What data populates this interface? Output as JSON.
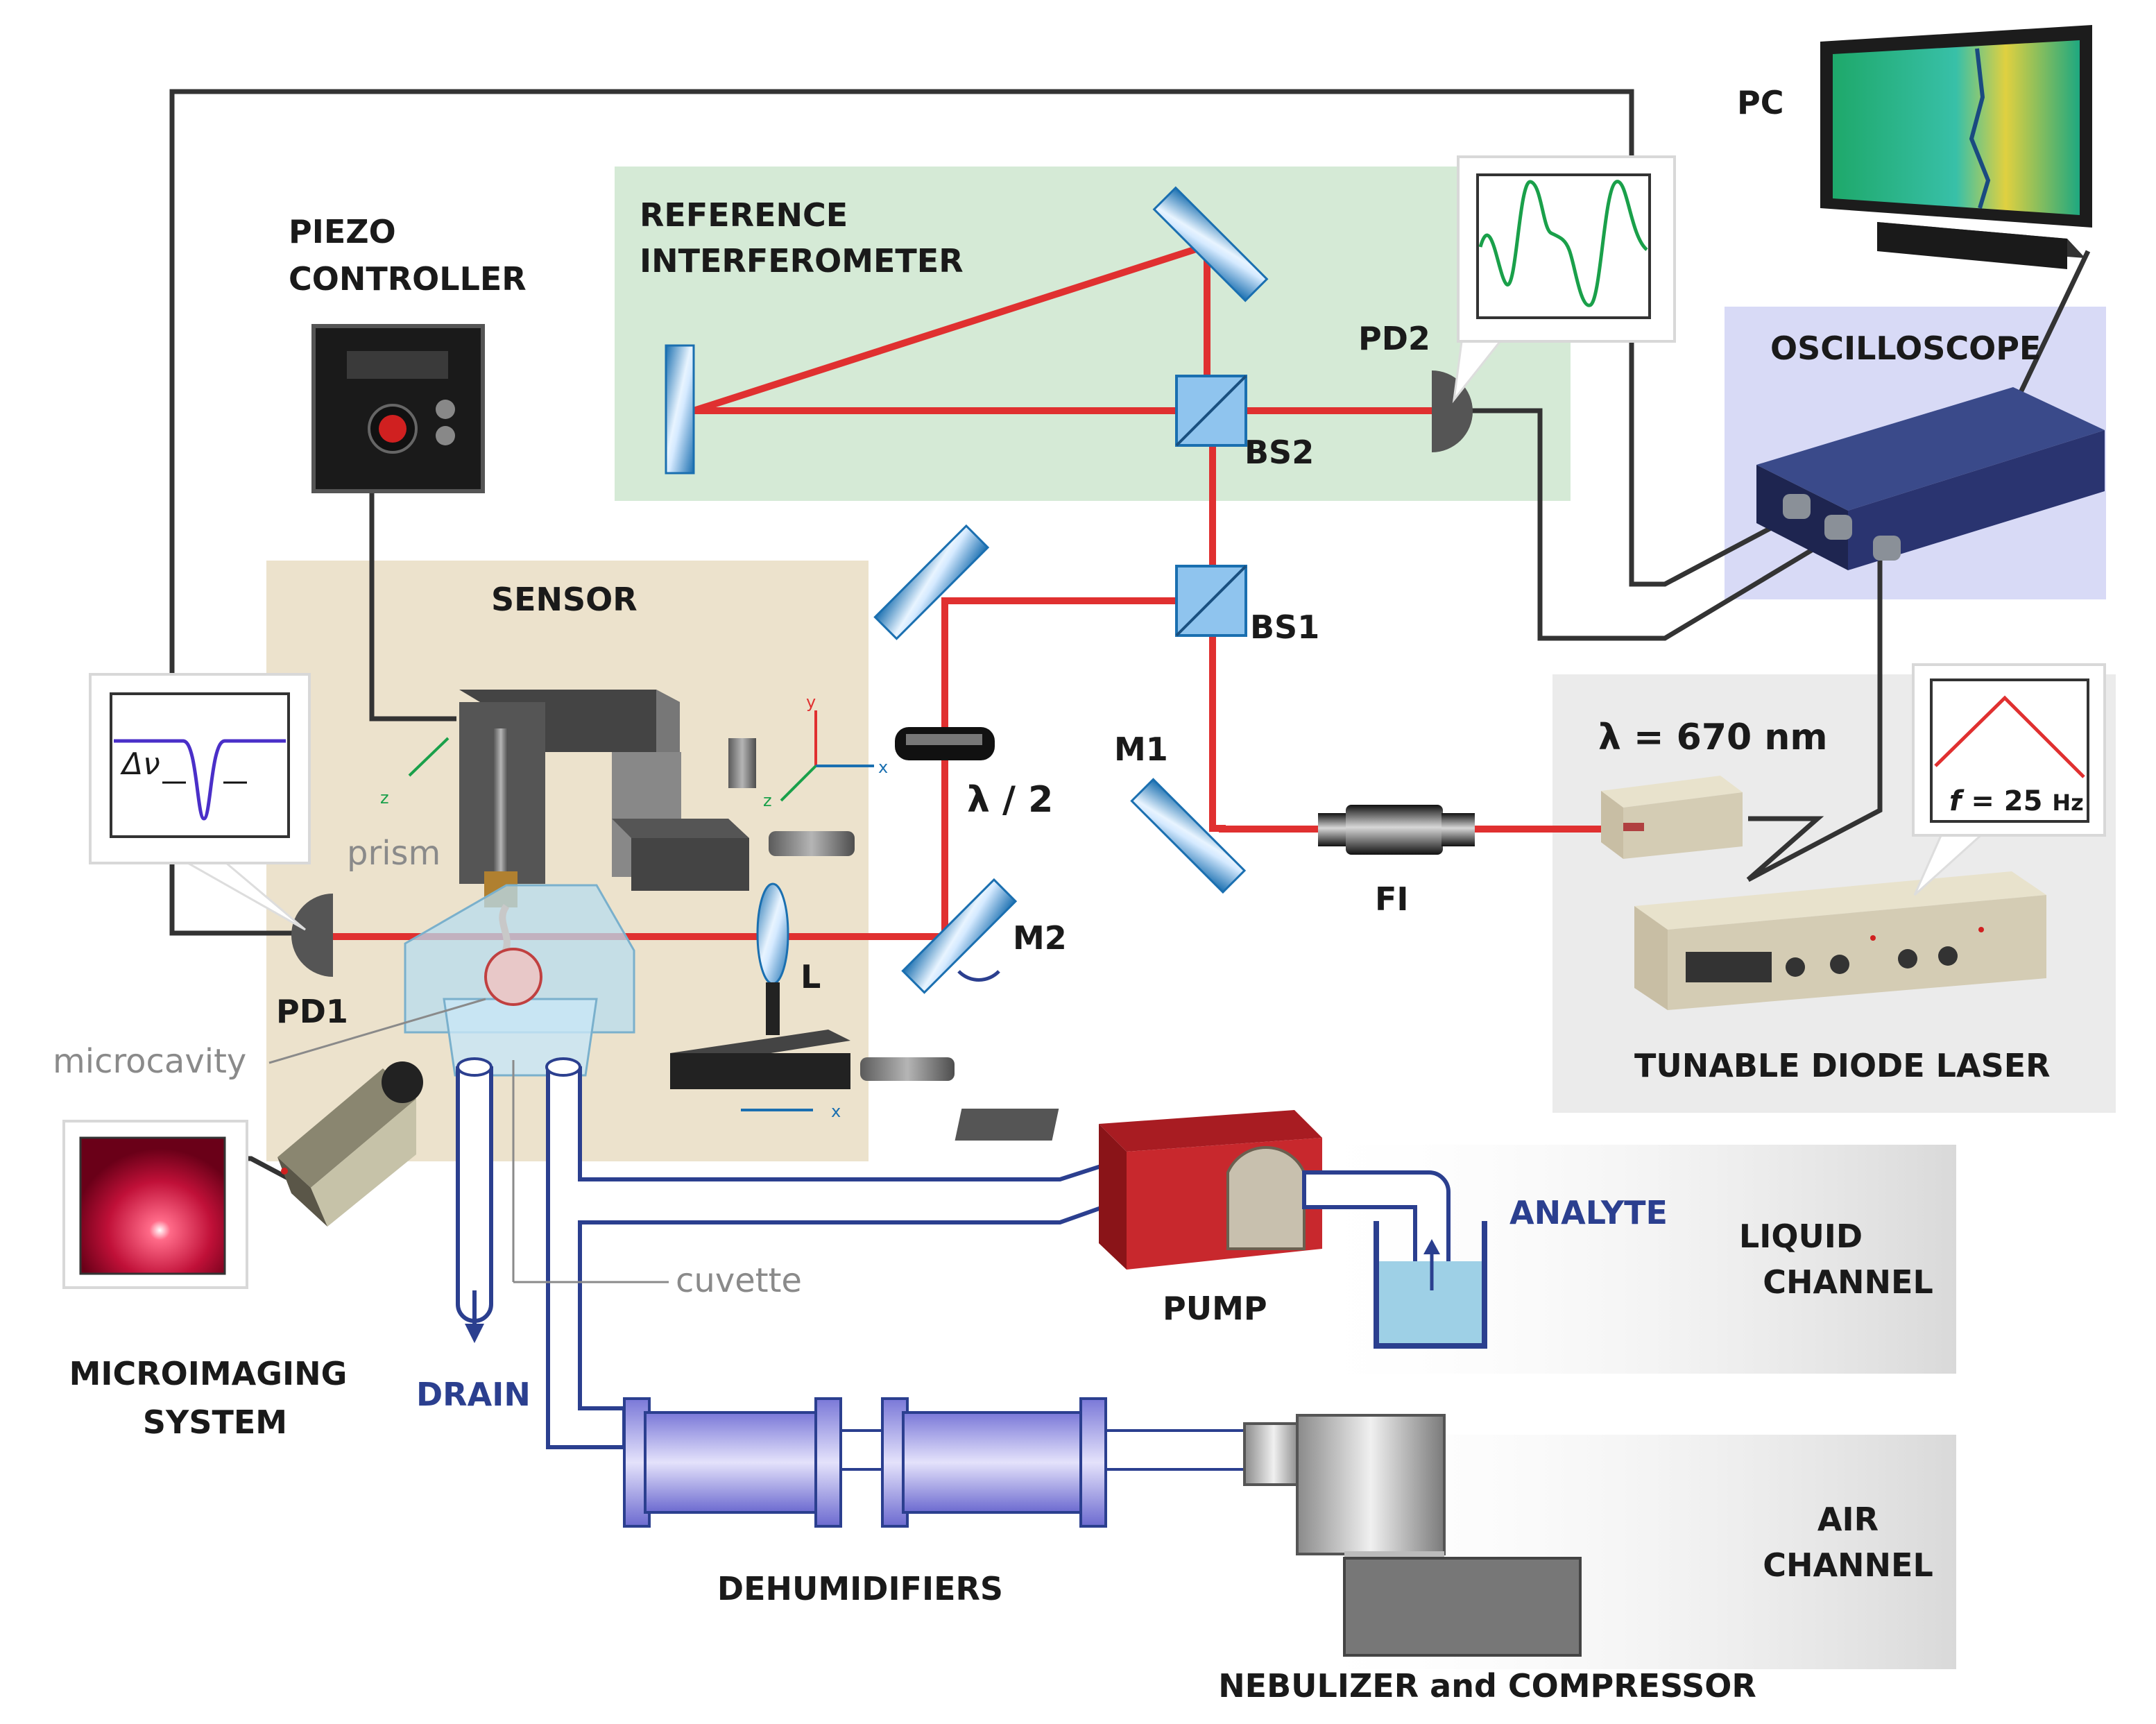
{
  "labels": {
    "pc": "PC",
    "piezo_line1": "PIEZO",
    "piezo_line2": "CONTROLLER",
    "ref_line1": "REFERENCE",
    "ref_line2": "INTERFEROMETER",
    "pd2": "PD2",
    "bs2": "BS2",
    "bs1": "BS1",
    "oscilloscope": "OSCILLOSCOPE",
    "sensor": "SENSOR",
    "prism": "prism",
    "microcavity": "microcavity",
    "pd1": "PD1",
    "lens": "L",
    "m2": "M2",
    "m1": "M1",
    "half_wave": "λ / 2",
    "fi": "FI",
    "wavelength": "λ = 670 nm",
    "freq_f": "f",
    "freq_value": " = 25 ",
    "freq_unit": "Hz",
    "laser": "TUNABLE DIODE LASER",
    "pump": "PUMP",
    "analyte": "ANALYTE",
    "liquid_line1": "LIQUID",
    "liquid_line2": "CHANNEL",
    "air_line1": "AIR",
    "air_line2": "CHANNEL",
    "cuvette": "cuvette",
    "drain": "DRAIN",
    "micro_line1": "MICROIMAGING",
    "micro_line2": "SYSTEM",
    "dehumidifiers": "DEHUMIDIFIERS",
    "nebulizer": "NEBULIZER and COMPRESSOR",
    "delta_nu": "Δν",
    "axis_x": "x",
    "axis_y": "y",
    "axis_z": "z"
  },
  "colors": {
    "beam": "#e03030",
    "reference_panel": "#d5ead6",
    "sensor_panel": "#ece2cc",
    "oscilloscope_panel": "#d8daf6",
    "laser_panel": "#ebebeb",
    "tube": "#2b3f8f",
    "pump_red": "#c8282d",
    "trace_green": "#1aa04a",
    "trace_purple": "#4a2fc8",
    "trace_red": "#e03030"
  },
  "icons": [
    "pc-monitor-icon",
    "oscilloscope-icon",
    "piezo-controller-icon",
    "photodiode-icon",
    "mirror-icon",
    "beam-splitter-icon",
    "faraday-isolator-icon",
    "diode-laser-icon",
    "laser-controller-icon",
    "pump-icon",
    "beaker-icon",
    "dehumidifier-icon",
    "nebulizer-icon",
    "camera-icon"
  ]
}
